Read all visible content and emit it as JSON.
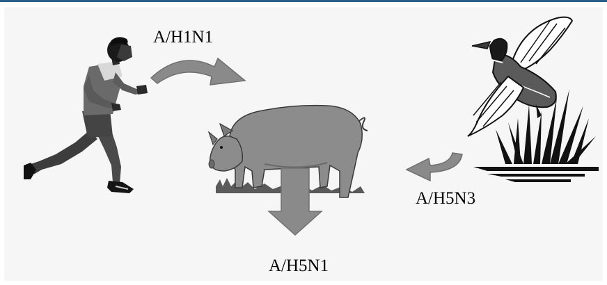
{
  "labels": {
    "human_to_pig": "A/H1N1",
    "duck_to_pig": "A/H5N3",
    "pig_output": "A/H5N1"
  },
  "colors": {
    "frame_accent": "#2b5f8c",
    "panel_background": "#f6f6f6",
    "arrow_fill": "#8a8a8a",
    "arrow_stroke": "#6f6f6f",
    "pig_fill": "#8c8c8c"
  },
  "icons": {
    "human": "running-man-icon",
    "pig": "pig-icon",
    "duck": "flying-duck-icon",
    "reeds": "marsh-reeds-icon"
  }
}
